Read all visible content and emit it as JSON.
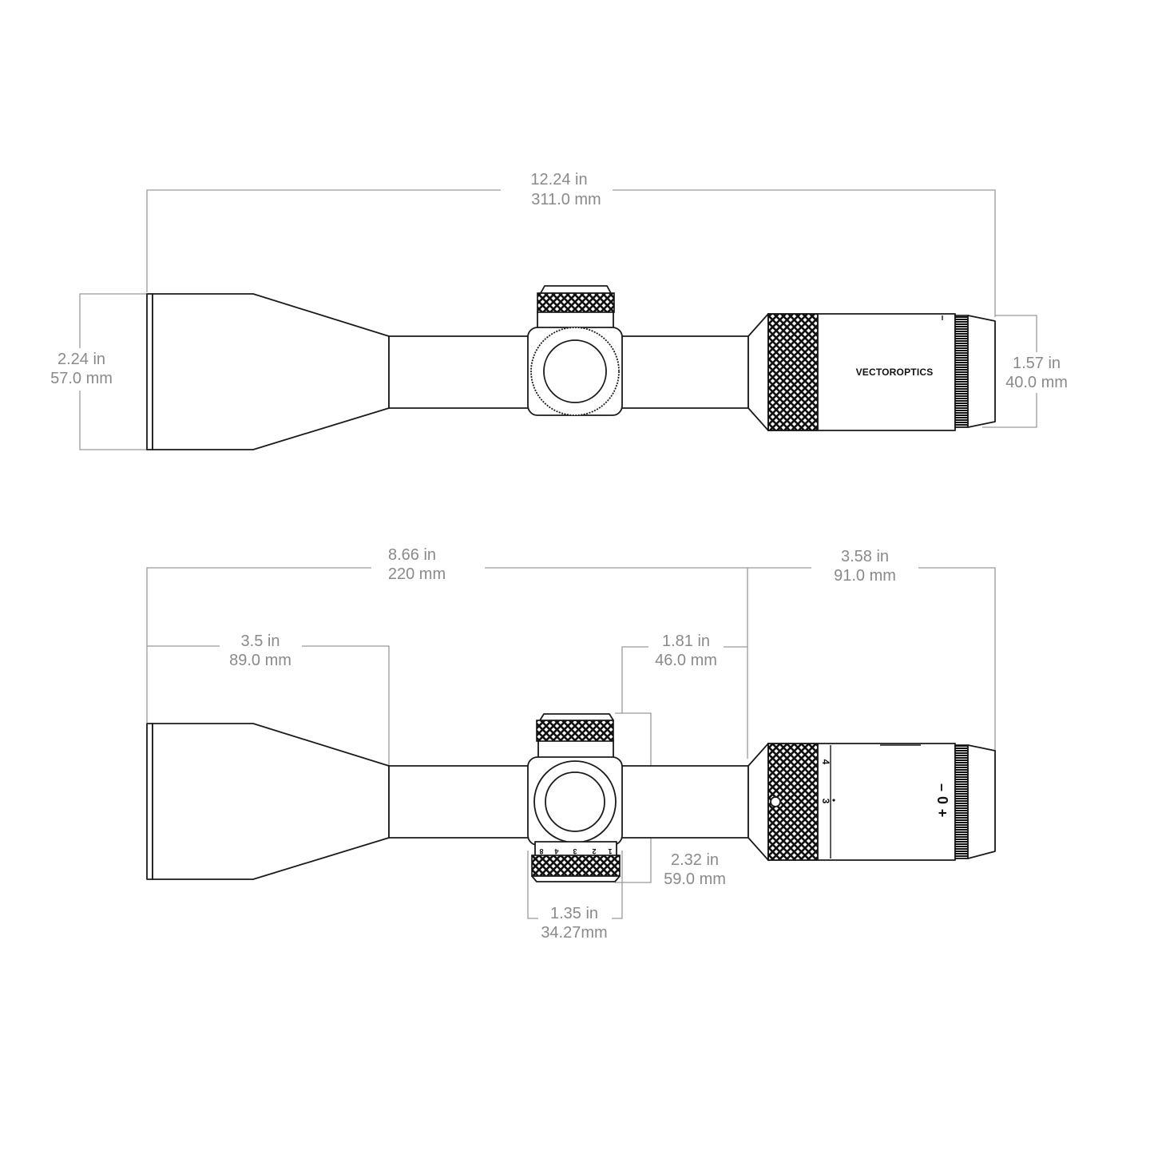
{
  "top_view": {
    "brand": "VECTOROPTICS",
    "overall_length": {
      "in": "12.24 in",
      "mm": "311.0 mm"
    },
    "objective_diameter": {
      "in": "2.24 in",
      "mm": "57.0 mm"
    },
    "eyepiece_diameter": {
      "in": "1.57 in",
      "mm": "40.0 mm"
    }
  },
  "side_view": {
    "objective_to_turret": {
      "in": "8.66 in",
      "mm": "220 mm"
    },
    "eyepiece_section": {
      "in": "3.58 in",
      "mm": "91.0 mm"
    },
    "objective_bell": {
      "in": "3.5 in",
      "mm": "89.0 mm"
    },
    "mount_length": {
      "in": "1.81 in",
      "mm": "46.0 mm"
    },
    "turret_height": {
      "in": "2.32 in",
      "mm": "59.0 mm"
    },
    "turret_width": {
      "in": "1.35 in",
      "mm": "34.27mm"
    },
    "parallax_marks": [
      "8",
      "4",
      "3",
      "2",
      "1"
    ],
    "magnification_marks": [
      "4",
      "3"
    ],
    "diopter_marks": [
      "+",
      "0",
      "–"
    ]
  },
  "colors": {
    "line": "#1a1a1a",
    "dimension": "#8a8a8a",
    "background": "#ffffff"
  }
}
